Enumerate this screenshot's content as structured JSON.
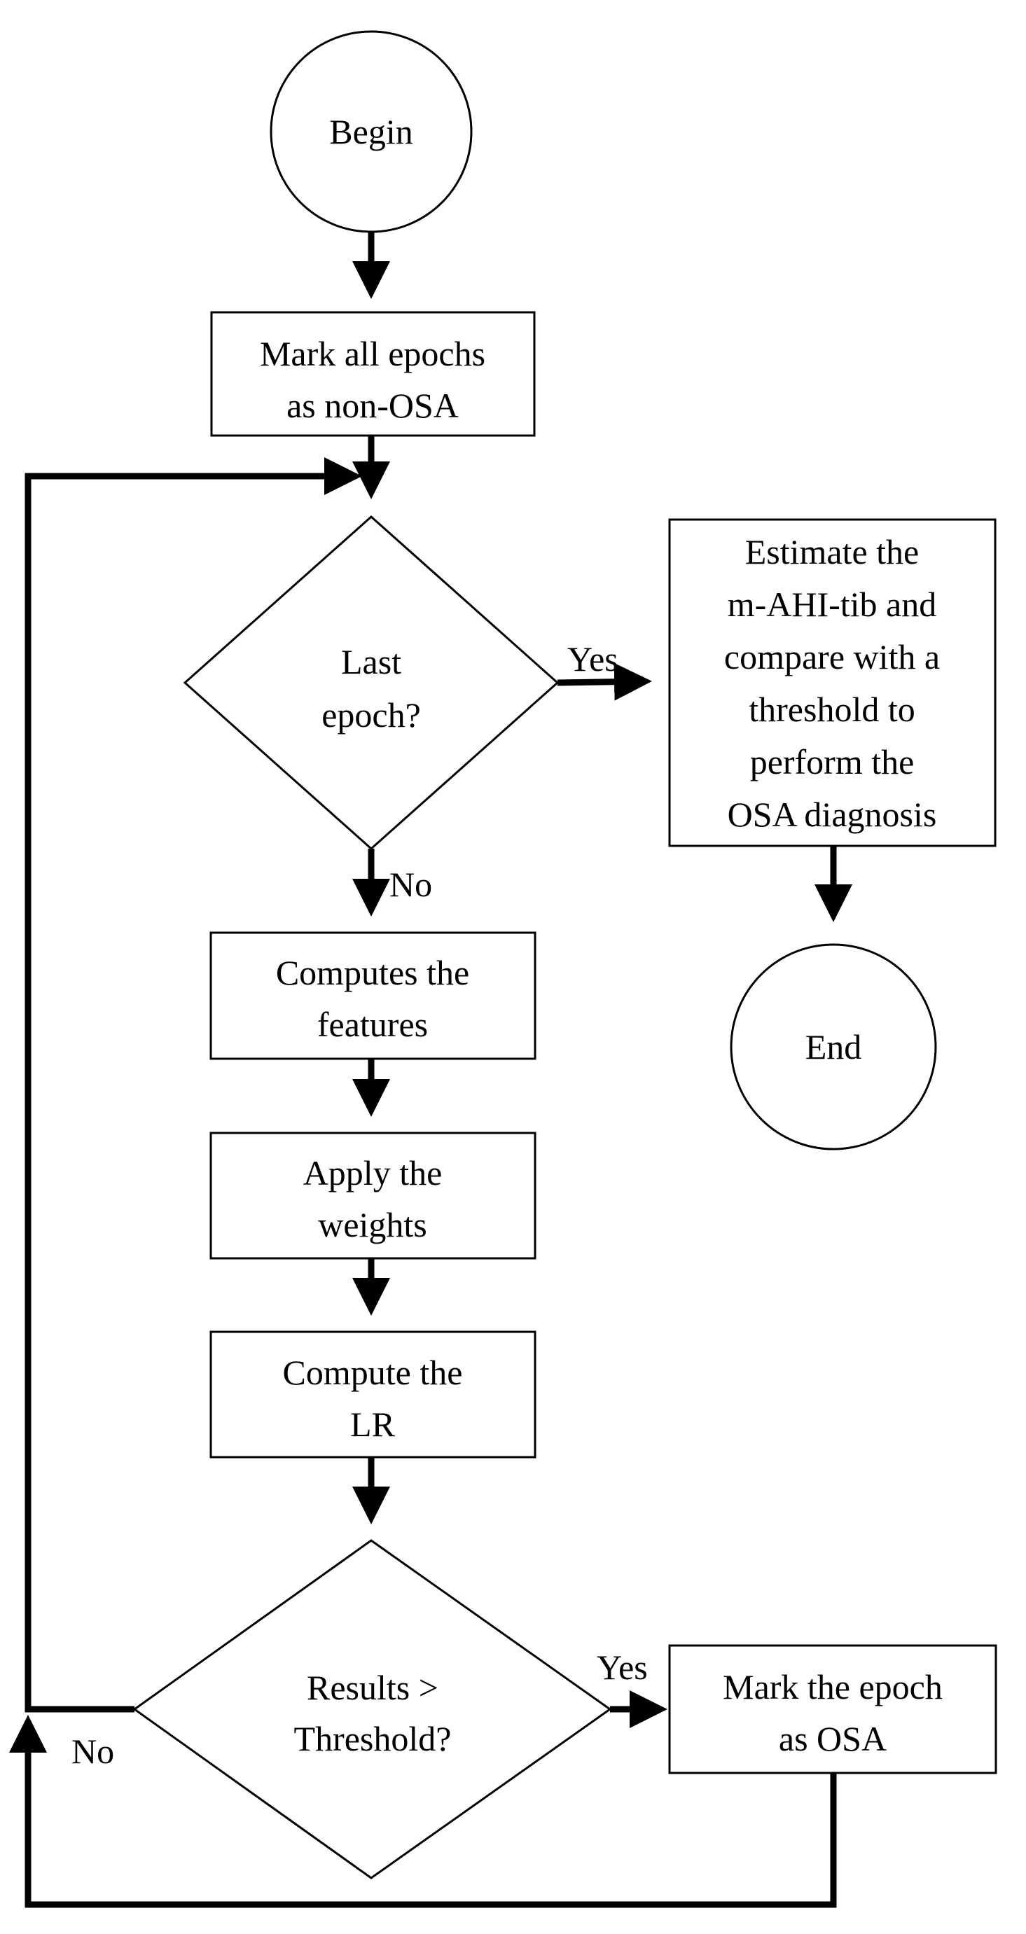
{
  "nodes": {
    "begin": {
      "label": "Begin"
    },
    "mark_all": {
      "line1": "Mark all epochs",
      "line2": "as non-OSA"
    },
    "last_epoch": {
      "line1": "Last",
      "line2": "epoch?"
    },
    "estimate": {
      "line1": "Estimate the",
      "line2": "m-AHI-tib and",
      "line3": "compare with a",
      "line4": "threshold to",
      "line5": "perform the",
      "line6": "OSA diagnosis"
    },
    "end": {
      "label": "End"
    },
    "compute_features": {
      "line1": "Computes the",
      "line2": "features"
    },
    "apply_weights": {
      "line1": "Apply the",
      "line2": "weights"
    },
    "compute_lr": {
      "line1": "Compute the",
      "line2": "LR"
    },
    "results_threshold": {
      "line1": "Results >",
      "line2": "Threshold?"
    },
    "mark_osa": {
      "line1": "Mark the epoch",
      "line2": "as OSA"
    }
  },
  "edge_labels": {
    "last_yes": "Yes",
    "last_no": "No",
    "results_yes": "Yes",
    "results_no": "No"
  }
}
